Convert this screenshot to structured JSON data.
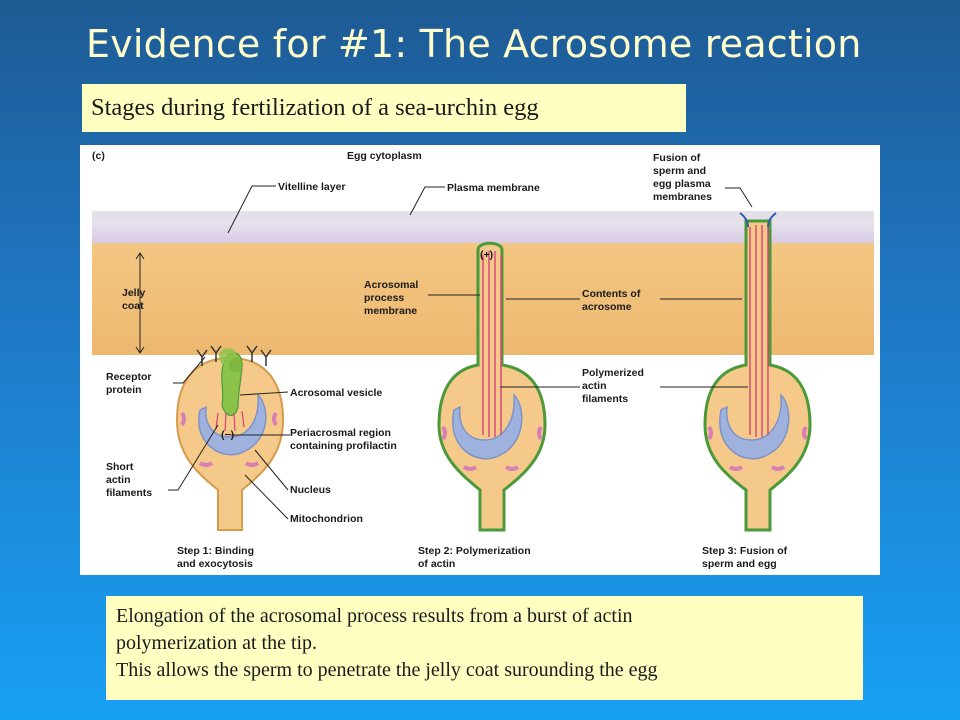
{
  "slide": {
    "title": "Evidence for #1: The Acrosome reaction",
    "subtitle": "Stages during fertilization of a sea-urchin egg"
  },
  "figure": {
    "panel_label": "(c)",
    "labels": {
      "egg_cytoplasm": "Egg cytoplasm",
      "vitelline_layer": "Vitelline layer",
      "plasma_membrane": "Plasma membrane",
      "fusion": [
        "Fusion of",
        "sperm and",
        "egg plasma",
        "membranes"
      ],
      "jelly_coat": [
        "Jelly",
        "coat"
      ],
      "acrosomal_process_membrane": [
        "Acrosomal",
        "process",
        "membrane"
      ],
      "contents_of_acrosome": [
        "Contents of",
        "acrosome"
      ],
      "plus_end": "(+)",
      "minus_end": "(−)",
      "receptor_protein": [
        "Receptor",
        "protein"
      ],
      "acrosomal_vesicle": "Acrosomal vesicle",
      "polymerized_actin": [
        "Polymerized",
        "actin",
        "filaments"
      ],
      "periacrosmal_region": [
        "Periacrosmal region",
        "containing profilactin"
      ],
      "short_actin": [
        "Short",
        "actin",
        "filaments"
      ],
      "nucleus": "Nucleus",
      "mitochondrion": "Mitochondrion"
    },
    "steps": [
      {
        "line1": "Step 1: Binding",
        "line2": "and exocytosis"
      },
      {
        "line1": "Step 2: Polymerization",
        "line2": "of actin"
      },
      {
        "line1": "Step 3: Fusion of",
        "line2": "sperm and egg"
      }
    ],
    "colors": {
      "jelly": "#f1c27d",
      "membrane": "#dcd2e6",
      "head": "#f5c98a",
      "nucleus": "#9fb2dd",
      "mitochondrion": "#d77fb4",
      "vesicle": "#8bc34a",
      "actin": "#d8437a"
    }
  },
  "caption": {
    "lines": [
      "Elongation of the acrosomal process results from a burst of actin",
      "polymerization at the tip.",
      "This allows the sperm to penetrate the jelly coat surounding the egg"
    ]
  }
}
